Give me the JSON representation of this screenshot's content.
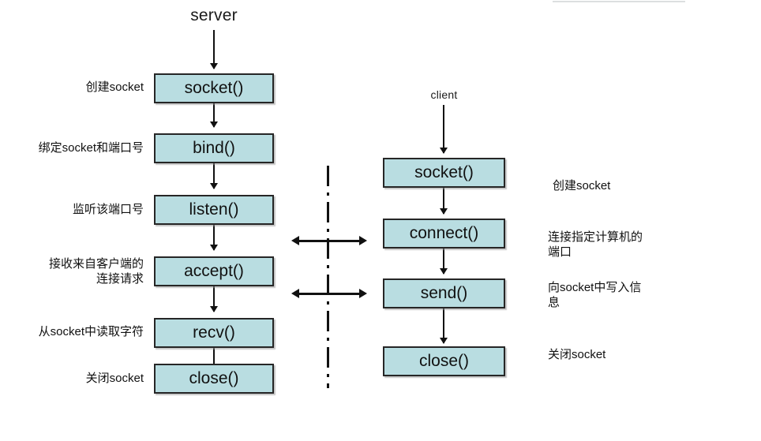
{
  "diagram": {
    "title_server": "server",
    "title_client": "client",
    "server_nodes": [
      {
        "label": "socket()"
      },
      {
        "label": "bind()"
      },
      {
        "label": "listen()"
      },
      {
        "label": "accept()"
      },
      {
        "label": "recv()"
      },
      {
        "label": "close()"
      }
    ],
    "client_nodes": [
      {
        "label": "socket()"
      },
      {
        "label": "connect()"
      },
      {
        "label": "send()"
      },
      {
        "label": "close()"
      }
    ],
    "server_notes": [
      {
        "line1": "创建socket",
        "line2": ""
      },
      {
        "line1": "绑定socket和端口号",
        "line2": ""
      },
      {
        "line1": "监听该端口号",
        "line2": ""
      },
      {
        "line1": "接收来自客户端的",
        "line2": "连接请求"
      },
      {
        "line1": "从socket中读取字符",
        "line2": ""
      },
      {
        "line1": "关闭socket",
        "line2": ""
      }
    ],
    "client_notes": [
      {
        "line1": "创建socket",
        "line2": ""
      },
      {
        "line1": "连接指定计算机的",
        "line2": "端口"
      },
      {
        "line1": "向socket中写入信",
        "line2": "息"
      },
      {
        "line1": "关闭socket",
        "line2": ""
      }
    ],
    "colors": {
      "node_fill": "#b9dde1",
      "node_border": "#262626",
      "arrow": "#111111",
      "text": "#111111",
      "background": "#ffffff"
    }
  }
}
